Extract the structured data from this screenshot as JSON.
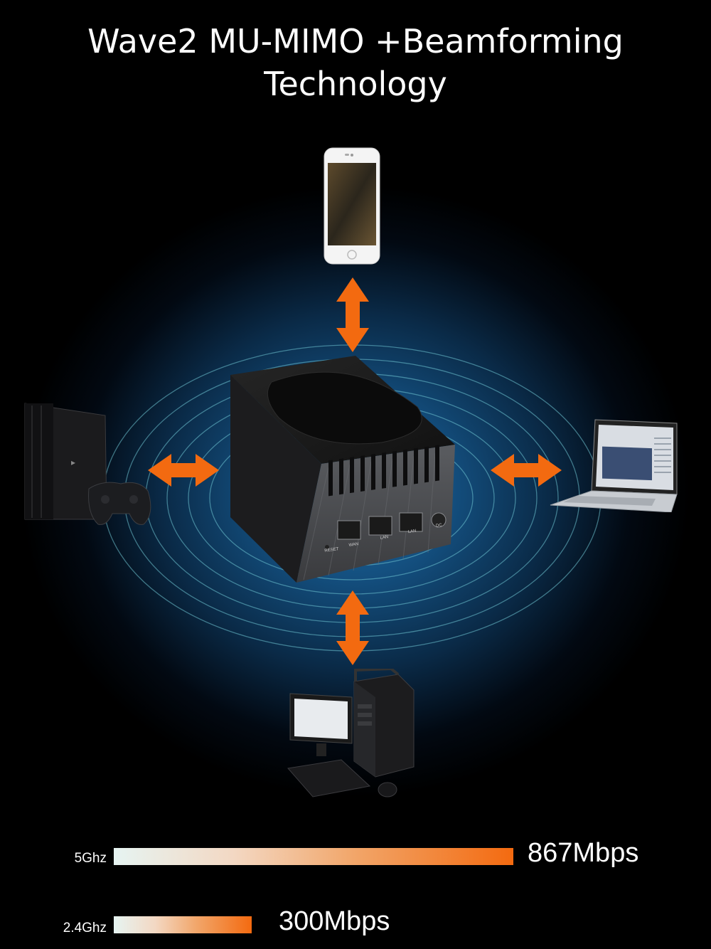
{
  "header": {
    "title_line1": "Wave2 MU-MIMO +Beamforming",
    "title_line2": "Technology"
  },
  "router": {
    "port_labels": [
      "RESET",
      "WAN",
      "LAN",
      "LAN",
      "DC"
    ]
  },
  "devices": [
    "smartphone",
    "game-console",
    "laptop",
    "desktop-computer"
  ],
  "speeds": [
    {
      "band": "5Ghz",
      "value": "867Mbps",
      "fraction": 1.0
    },
    {
      "band": "2.4Ghz",
      "value": "300Mbps",
      "fraction": 0.346
    }
  ],
  "colors": {
    "accent": "#f36a10",
    "background": "#000000",
    "glow": "#1f6fa8"
  }
}
